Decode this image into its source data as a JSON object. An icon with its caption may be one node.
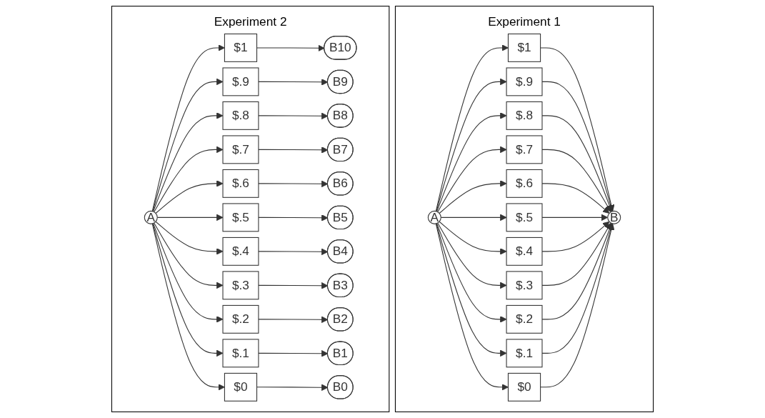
{
  "diagram": {
    "nodes": [
      {
        "text": [
          "Experiment 1"
        ]
      },
      {
        "text": [
          "A"
        ],
        "in": 0
      },
      {
        "text": [
          "$1"
        ],
        "in": 0
      },
      {
        "text": [
          "$.9"
        ],
        "in": 0
      },
      {
        "text": [
          "$.8"
        ],
        "in": 0
      },
      {
        "text": [
          "$.7"
        ],
        "in": 0
      },
      {
        "text": [
          "$.6"
        ],
        "in": 0
      },
      {
        "text": [
          "$.5"
        ],
        "in": 0
      },
      {
        "text": [
          "$.4"
        ],
        "in": 0
      },
      {
        "text": [
          "$.3"
        ],
        "in": 0
      },
      {
        "text": [
          "$.2"
        ],
        "in": 0
      },
      {
        "text": [
          "$.1"
        ],
        "in": 0
      },
      {
        "text": [
          "$0"
        ],
        "in": 0
      },
      {
        "text": [
          "B"
        ],
        "in": 0
      },
      {
        "text": [
          "Experiment 2"
        ]
      },
      {
        "text": [
          "A"
        ],
        "in": 14
      },
      {
        "text": [
          "$1"
        ],
        "in": 14
      },
      {
        "text": [
          "$.9"
        ],
        "in": 14
      },
      {
        "text": [
          "$.8"
        ],
        "in": 14
      },
      {
        "text": [
          "$.7"
        ],
        "in": 14
      },
      {
        "text": [
          "$.6"
        ],
        "in": 14
      },
      {
        "text": [
          "$.5"
        ],
        "in": 14
      },
      {
        "text": [
          "$.4"
        ],
        "in": 14
      },
      {
        "text": [
          "$.3"
        ],
        "in": 14
      },
      {
        "text": [
          "$.2"
        ],
        "in": 14
      },
      {
        "text": [
          "$.1"
        ],
        "in": 14
      },
      {
        "text": [
          "$0"
        ],
        "in": 14
      },
      {
        "text": [
          "B10"
        ],
        "in": 14
      },
      {
        "text": [
          "B9"
        ],
        "in": 14
      },
      {
        "text": [
          "B8"
        ],
        "in": 14
      },
      {
        "text": [
          "B7"
        ],
        "in": 14
      },
      {
        "text": [
          "B6"
        ],
        "in": 14
      },
      {
        "text": [
          "B5"
        ],
        "in": 14
      },
      {
        "text": [
          "B4"
        ],
        "in": 14
      },
      {
        "text": [
          "B3"
        ],
        "in": 14
      },
      {
        "text": [
          "B2"
        ],
        "in": 14
      },
      {
        "text": [
          "B1"
        ],
        "in": 14
      },
      {
        "text": [
          "B0"
        ],
        "in": 14
      }
    ],
    "edges": [
      {
        "from": 1,
        "to": 2,
        "arrow": "to"
      },
      {
        "from": 1,
        "to": 3,
        "arrow": "to"
      },
      {
        "from": 1,
        "to": 4,
        "arrow": "to"
      },
      {
        "from": 1,
        "to": 5,
        "arrow": "to"
      },
      {
        "from": 1,
        "to": 6,
        "arrow": "to"
      },
      {
        "from": 1,
        "to": 7,
        "arrow": "to"
      },
      {
        "from": 1,
        "to": 8,
        "arrow": "to"
      },
      {
        "from": 1,
        "to": 9,
        "arrow": "to"
      },
      {
        "from": 1,
        "to": 10,
        "arrow": "to"
      },
      {
        "from": 1,
        "to": 11,
        "arrow": "to"
      },
      {
        "from": 1,
        "to": 12,
        "arrow": "to"
      },
      {
        "from": 2,
        "to": 13,
        "arrow": "to"
      },
      {
        "from": 3,
        "to": 13,
        "arrow": "to"
      },
      {
        "from": 4,
        "to": 13,
        "arrow": "to"
      },
      {
        "from": 5,
        "to": 13,
        "arrow": "to"
      },
      {
        "from": 6,
        "to": 13,
        "arrow": "to"
      },
      {
        "from": 7,
        "to": 13,
        "arrow": "to"
      },
      {
        "from": 8,
        "to": 13,
        "arrow": "to"
      },
      {
        "from": 9,
        "to": 13,
        "arrow": "to"
      },
      {
        "from": 10,
        "to": 13,
        "arrow": "to"
      },
      {
        "from": 11,
        "to": 13,
        "arrow": "to"
      },
      {
        "from": 12,
        "to": 13,
        "arrow": "to"
      },
      {
        "from": 15,
        "to": 16,
        "arrow": "to"
      },
      {
        "from": 15,
        "to": 17,
        "arrow": "to"
      },
      {
        "from": 15,
        "to": 18,
        "arrow": "to"
      },
      {
        "from": 15,
        "to": 19,
        "arrow": "to"
      },
      {
        "from": 15,
        "to": 20,
        "arrow": "to"
      },
      {
        "from": 15,
        "to": 21,
        "arrow": "to"
      },
      {
        "from": 15,
        "to": 22,
        "arrow": "to"
      },
      {
        "from": 15,
        "to": 23,
        "arrow": "to"
      },
      {
        "from": 15,
        "to": 24,
        "arrow": "to"
      },
      {
        "from": 15,
        "to": 25,
        "arrow": "to"
      },
      {
        "from": 15,
        "to": 26,
        "arrow": "to"
      },
      {
        "from": 16,
        "to": 27,
        "arrow": "to"
      },
      {
        "from": 17,
        "to": 28,
        "arrow": "to"
      },
      {
        "from": 18,
        "to": 29,
        "arrow": "to"
      },
      {
        "from": 19,
        "to": 30,
        "arrow": "to"
      },
      {
        "from": 20,
        "to": 31,
        "arrow": "to"
      },
      {
        "from": 21,
        "to": 32,
        "arrow": "to"
      },
      {
        "from": 22,
        "to": 33,
        "arrow": "to"
      },
      {
        "from": 23,
        "to": 34,
        "arrow": "to"
      },
      {
        "from": 24,
        "to": 35,
        "arrow": "to"
      },
      {
        "from": 25,
        "to": 36,
        "arrow": "to"
      },
      {
        "from": 26,
        "to": 37,
        "arrow": "to"
      }
    ]
  }
}
